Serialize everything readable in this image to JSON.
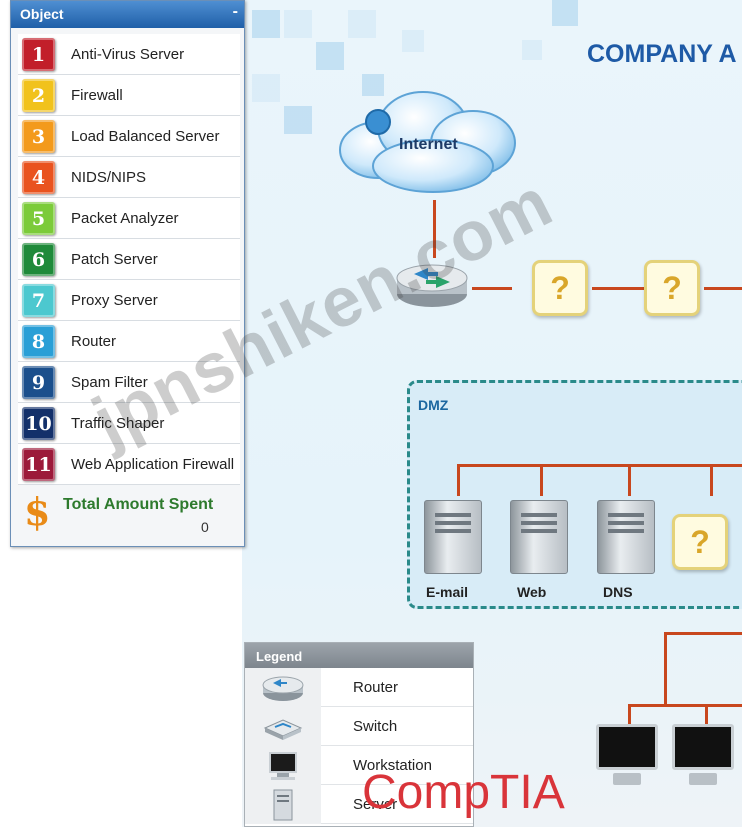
{
  "object_panel": {
    "title": "Object",
    "collapse_symbol": "-",
    "items": [
      {
        "number": "1",
        "label": "Anti-Virus Server",
        "color": "#c21f2a"
      },
      {
        "number": "2",
        "label": "Firewall",
        "color": "#f1c21c"
      },
      {
        "number": "3",
        "label": "Load Balanced Server",
        "color": "#f39a1c"
      },
      {
        "number": "4",
        "label": "NIDS/NIPS",
        "color": "#e9531f"
      },
      {
        "number": "5",
        "label": "Packet Analyzer",
        "color": "#7ccb3a"
      },
      {
        "number": "6",
        "label": "Patch Server",
        "color": "#1f8a3a"
      },
      {
        "number": "7",
        "label": "Proxy Server",
        "color": "#4cc8cf"
      },
      {
        "number": "8",
        "label": "Router",
        "color": "#2a9fd6"
      },
      {
        "number": "9",
        "label": "Spam Filter",
        "color": "#1b4f8c"
      },
      {
        "number": "10",
        "label": "Traffic Shaper",
        "color": "#13306a"
      },
      {
        "number": "11",
        "label": "Web Application Firewall",
        "color": "#9c1a3a"
      }
    ],
    "total_label": "Total Amount Spent",
    "total_value": "0",
    "currency_symbol": "$"
  },
  "diagram": {
    "title": "COMPANY A",
    "internet_label": "Internet",
    "placeholder_symbol": "?",
    "dmz_label": "DMZ",
    "servers": [
      "E-mail",
      "Web",
      "DNS"
    ]
  },
  "legend": {
    "title": "Legend",
    "items": [
      {
        "label": "Router",
        "icon": "router-icon"
      },
      {
        "label": "Switch",
        "icon": "switch-icon"
      },
      {
        "label": "Workstation",
        "icon": "workstation-icon"
      },
      {
        "label": "Server",
        "icon": "server-icon"
      }
    ]
  },
  "watermark": "jpnshiken.com",
  "logo": "CompTIA",
  "colors": {
    "panel_header": "#2f74c0",
    "wire": "#c8471e",
    "dmz_border": "#2a8a8a",
    "title": "#1e5aa6",
    "total": "#2d7a2d"
  }
}
